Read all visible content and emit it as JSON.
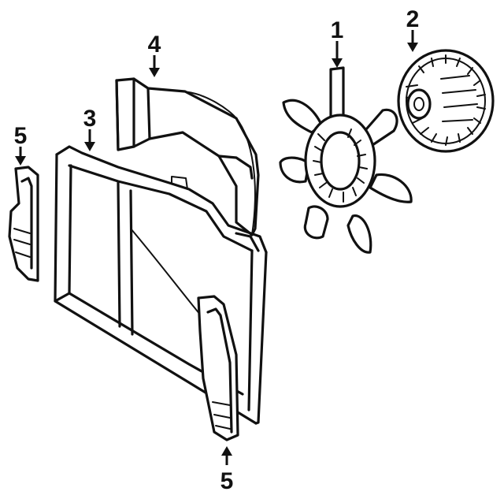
{
  "diagram": {
    "callouts": [
      {
        "id": "c1",
        "label": "1"
      },
      {
        "id": "c2",
        "label": "2"
      },
      {
        "id": "c3",
        "label": "3"
      },
      {
        "id": "c4",
        "label": "4"
      },
      {
        "id": "c5a",
        "label": "5"
      },
      {
        "id": "c5b",
        "label": "5"
      }
    ]
  }
}
